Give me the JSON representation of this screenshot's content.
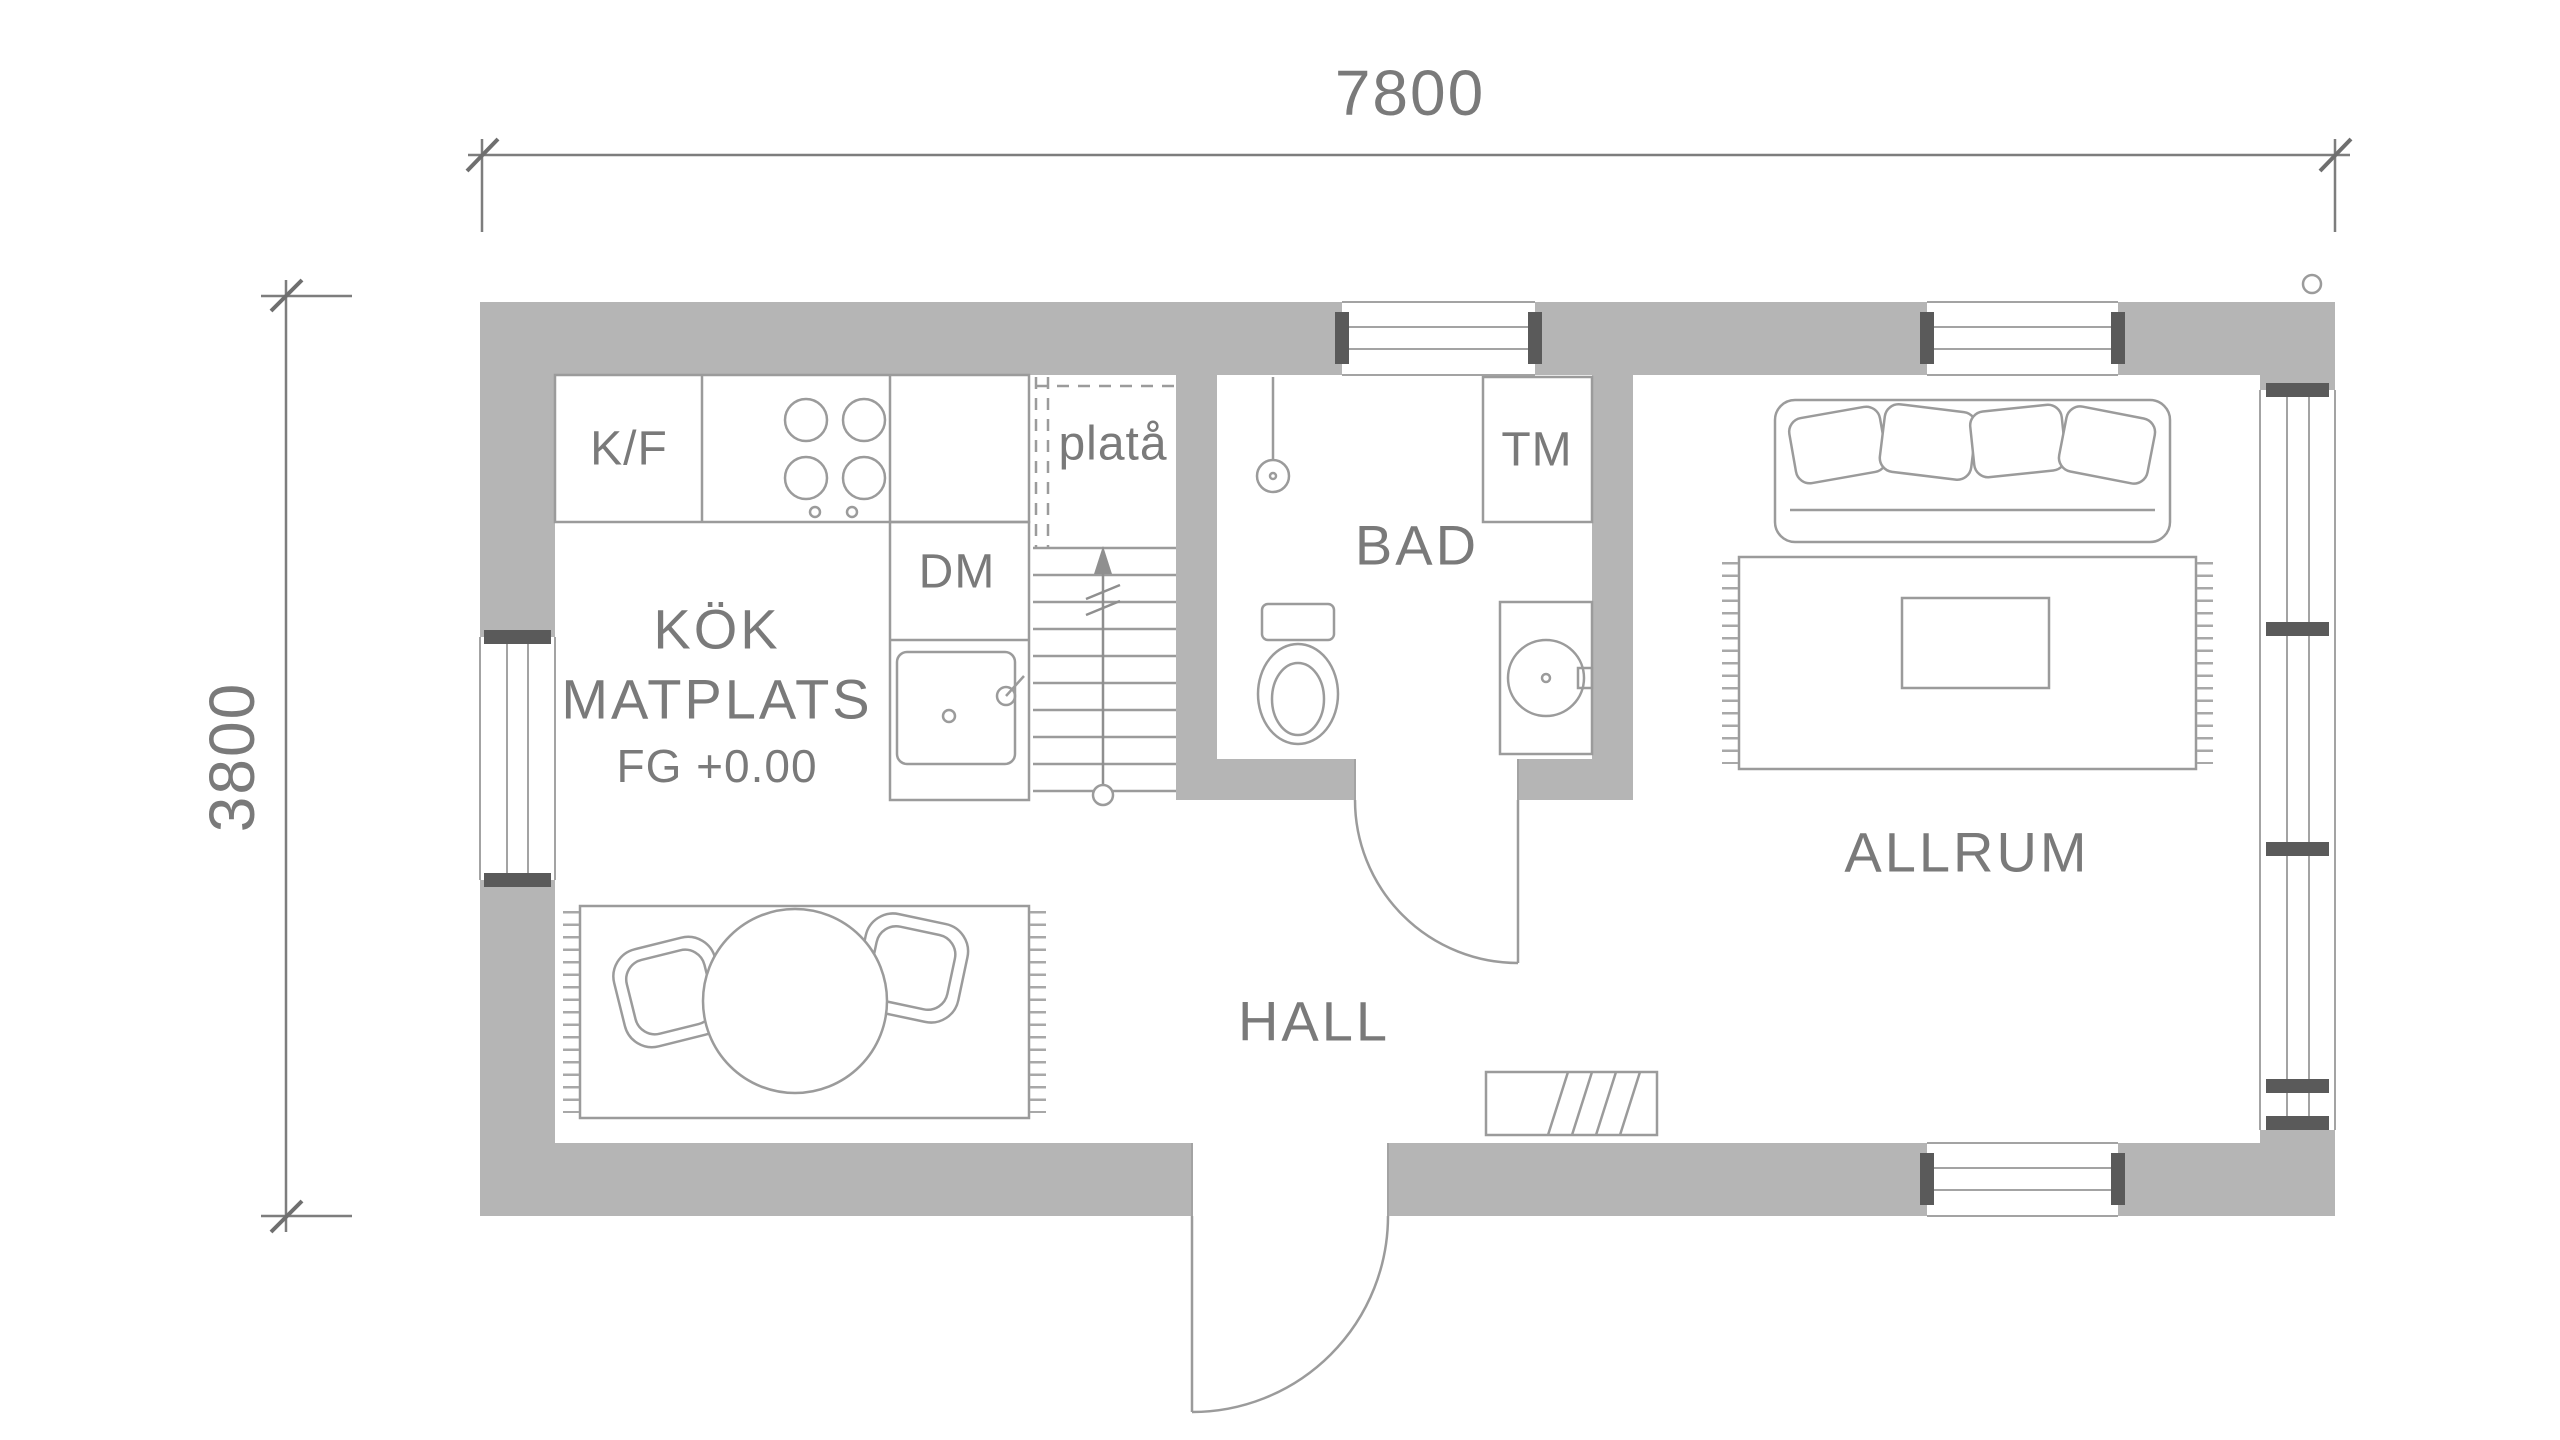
{
  "dimensions": {
    "width": "7800",
    "height": "3800"
  },
  "rooms": {
    "kitchen": {
      "name_line1": "KÖK",
      "name_line2": "MATPLATS",
      "floor_level": "FG +0.00"
    },
    "bathroom": {
      "name": "BAD"
    },
    "hall": {
      "name": "HALL"
    },
    "living_room": {
      "name": "ALLRUM"
    }
  },
  "labels": {
    "fridge_freezer": "K/F",
    "dishwasher": "DM",
    "washing_machine": "TM",
    "stair_landing": "platå"
  },
  "colors": {
    "wall": "#b5b5b5",
    "furniture_line": "#9b9b9b",
    "text": "#7a7a7a",
    "dimension_line": "#7d7d7d"
  }
}
